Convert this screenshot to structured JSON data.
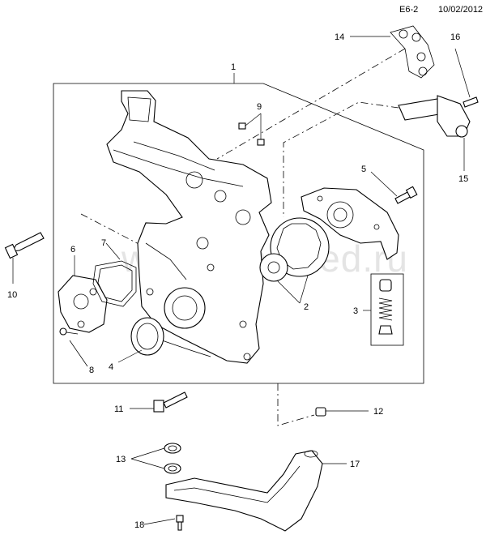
{
  "header": {
    "code": "E6-2",
    "date": "10/02/2012"
  },
  "watermark": "www.gmsoted.ru",
  "callouts": {
    "c1": "1",
    "c2": "2",
    "c3": "3",
    "c4": "4",
    "c5": "5",
    "c6": "6",
    "c7": "7",
    "c8": "8",
    "c9": "9",
    "c10": "10",
    "c11": "11",
    "c12": "12",
    "c13": "13",
    "c14": "14",
    "c15": "15",
    "c16": "16",
    "c17": "17",
    "c18": "18"
  }
}
